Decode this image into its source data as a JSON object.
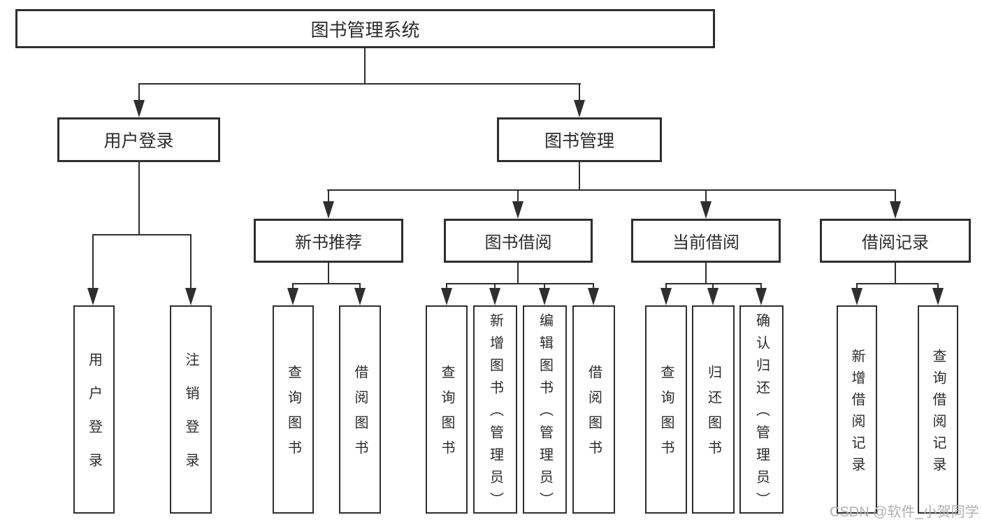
{
  "diagram": {
    "root": {
      "label": "图书管理系统"
    },
    "branches": [
      {
        "label": "用户登录",
        "children": [
          {
            "label": "用户登录"
          },
          {
            "label": "注销登录"
          }
        ]
      },
      {
        "label": "图书管理",
        "children": [
          {
            "label": "新书推荐",
            "children": [
              {
                "label": "查询图书"
              },
              {
                "label": "借阅图书"
              }
            ]
          },
          {
            "label": "图书借阅",
            "children": [
              {
                "label": "查询图书"
              },
              {
                "label": "新增图书（管理员）"
              },
              {
                "label": "编辑图书（管理员）"
              },
              {
                "label": "借阅图书"
              }
            ]
          },
          {
            "label": "当前借阅",
            "children": [
              {
                "label": "查询图书"
              },
              {
                "label": "归还图书"
              },
              {
                "label": "确认归还（管理员）"
              }
            ]
          },
          {
            "label": "借阅记录",
            "children": [
              {
                "label": "新增借阅记录"
              },
              {
                "label": "查询借阅记录"
              }
            ]
          }
        ]
      }
    ]
  },
  "watermark": {
    "text": "CSDN @软件_小贺同学"
  },
  "colors": {
    "line": "#2e2e2e",
    "text": "#2b2b2b",
    "watermark": "#b0b0b0",
    "background": "#ffffff"
  }
}
